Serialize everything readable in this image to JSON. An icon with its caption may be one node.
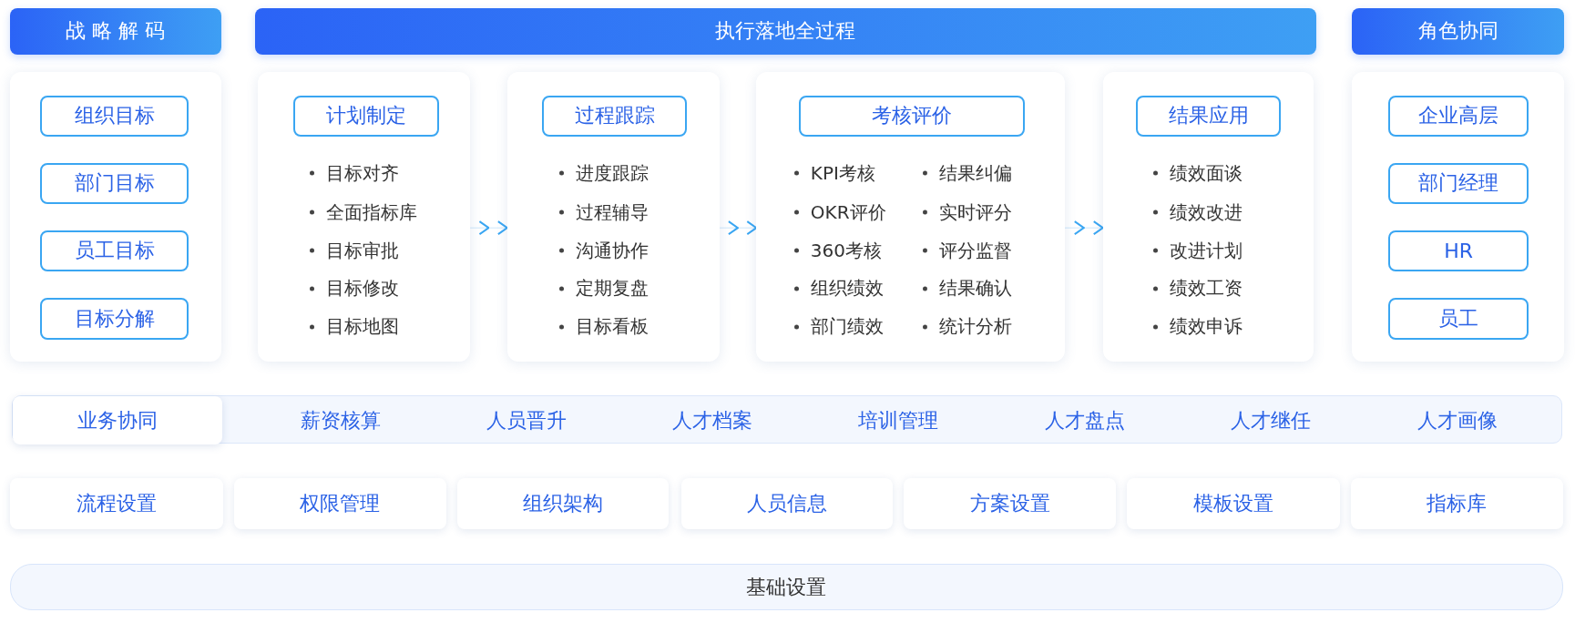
{
  "diagram": {
    "nodes": [
      {
        "text": [
          "战 略 解 码"
        ]
      },
      {
        "text": [
          "执行落地全过程"
        ]
      },
      {
        "text": [
          "角色协同"
        ]
      },
      {
        "text": [],
        "shape": "box"
      },
      {
        "text": [
          "组织目标"
        ],
        "in": 3
      },
      {
        "text": [
          "部门目标"
        ],
        "in": 3
      },
      {
        "text": [
          "员工目标"
        ],
        "in": 3
      },
      {
        "text": [
          "目标分解"
        ],
        "in": 3
      },
      {
        "text": [
          "目标对齐",
          "全面指标库",
          "目标审批",
          "目标修改",
          "目标地图"
        ]
      },
      {
        "text": [
          "计划制定"
        ],
        "in": 8
      },
      {
        "text": [
          "进度跟踪",
          "过程辅导",
          "沟通协作",
          "定期复盘",
          "目标看板"
        ]
      },
      {
        "text": [
          "过程跟踪"
        ],
        "in": 10
      },
      {
        "text": [
          "KPI考核",
          "OKR评价",
          "360考核",
          "组织绩效",
          "部门绩效",
          "结果纠偏",
          "实时评分",
          "评分监督",
          "结果确认",
          "统计分析"
        ]
      },
      {
        "text": [
          "考核评价"
        ],
        "in": 12
      },
      {
        "text": [
          "绩效面谈",
          "绩效改进",
          "改进计划",
          "绩效工资",
          "绩效申诉"
        ]
      },
      {
        "text": [
          "结果应用"
        ],
        "in": 14
      },
      {
        "text": [],
        "shape": "box"
      },
      {
        "text": [
          "企业高层"
        ],
        "in": 16
      },
      {
        "text": [
          "部门经理"
        ],
        "in": 16
      },
      {
        "text": [
          "HR"
        ],
        "in": 16
      },
      {
        "text": [
          "员工"
        ],
        "in": 16
      },
      {
        "text": [
          "薪资核算",
          "人员晋升",
          "人才档案",
          "培训管理",
          "人才盘点",
          "人才继任",
          "人才画像"
        ]
      },
      {
        "text": [
          "业务协同"
        ],
        "in": 21
      },
      {
        "text": [
          "流程设置"
        ]
      },
      {
        "text": [
          "权限管理"
        ]
      },
      {
        "text": [
          "组织架构"
        ]
      },
      {
        "text": [
          "人员信息"
        ]
      },
      {
        "text": [
          "方案设置"
        ]
      },
      {
        "text": [
          "模板设置"
        ]
      },
      {
        "text": [
          "指标库"
        ]
      },
      {
        "text": [
          "基础设置"
        ]
      }
    ],
    "edges": [
      {
        "from": 8,
        "to": 10,
        "arrow": "to"
      },
      {
        "from": 10,
        "to": 12,
        "arrow": "to"
      },
      {
        "from": 12,
        "to": 14,
        "arrow": "to"
      }
    ]
  }
}
